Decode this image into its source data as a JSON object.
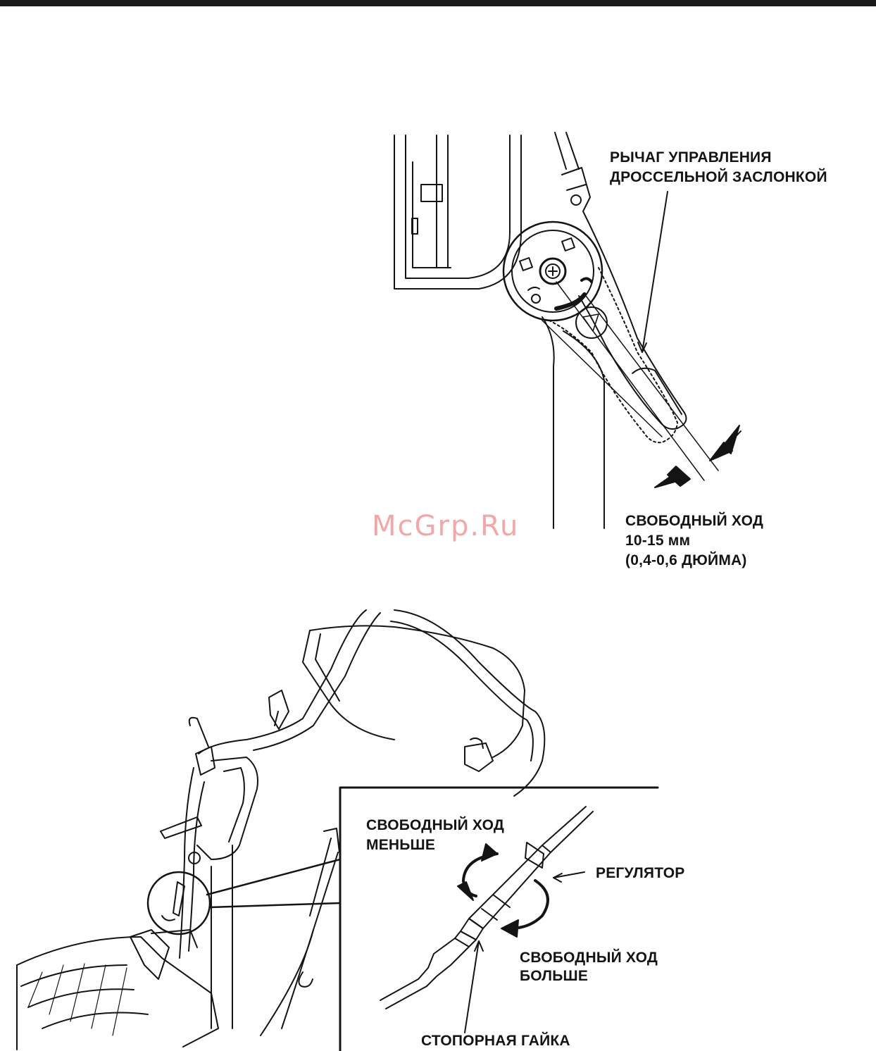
{
  "labels": {
    "throttle_lever_line1": "РЫЧАГ УПРАВЛЕНИЯ",
    "throttle_lever_line2": "ДРОССЕЛЬНОЙ ЗАСЛОНКОЙ",
    "free_play_line1": "СВОБОДНЫЙ ХОД",
    "free_play_line2": "10-15 мм",
    "free_play_line3": "(0,4-0,6 ДЮЙМА)",
    "less_line1": "СВОБОДНЫЙ ХОД",
    "less_line2": "МЕНЬШЕ",
    "adjuster": "РЕГУЛЯТОР",
    "more_line1": "СВОБОДНЫЙ ХОД",
    "more_line2": "БОЛЬШЕ",
    "lock_nut": "СТОПОРНАЯ ГАЙКА"
  },
  "watermark": "McGrp.Ru",
  "colors": {
    "ink": "#141414",
    "watermark": "#f2a8a8"
  }
}
